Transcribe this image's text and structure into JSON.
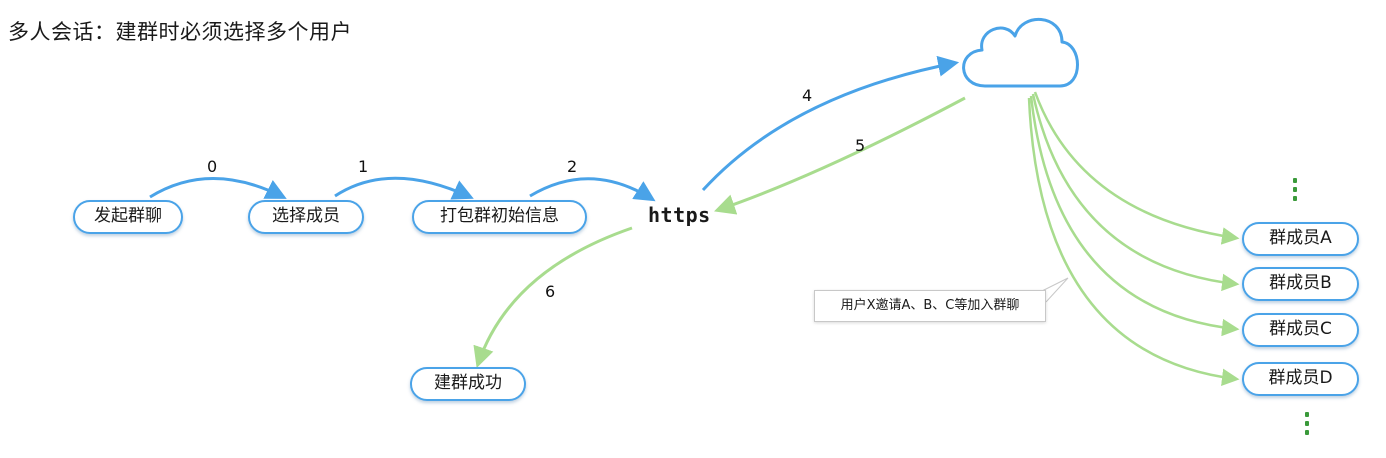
{
  "title": "多人会话：建群时必须选择多个用户",
  "nodes": {
    "start": "发起群聊",
    "select": "选择成员",
    "pack": "打包群初始信息",
    "https": "https",
    "done": "建群成功",
    "member_a": "群成员A",
    "member_b": "群成员B",
    "member_c": "群成员C",
    "member_d": "群成员D"
  },
  "edge_labels": {
    "e0": "0",
    "e1": "1",
    "e2": "2",
    "e4": "4",
    "e5": "5",
    "e6": "6"
  },
  "note": "用户X邀请A、B、C等加入群聊",
  "colors": {
    "blue": "#4aa3e8",
    "green": "#a8dc8e",
    "cloud": "#4aa3e8"
  },
  "icons": {
    "cloud": "cloud-icon",
    "ellipsis": "vertical-ellipsis-icon"
  }
}
